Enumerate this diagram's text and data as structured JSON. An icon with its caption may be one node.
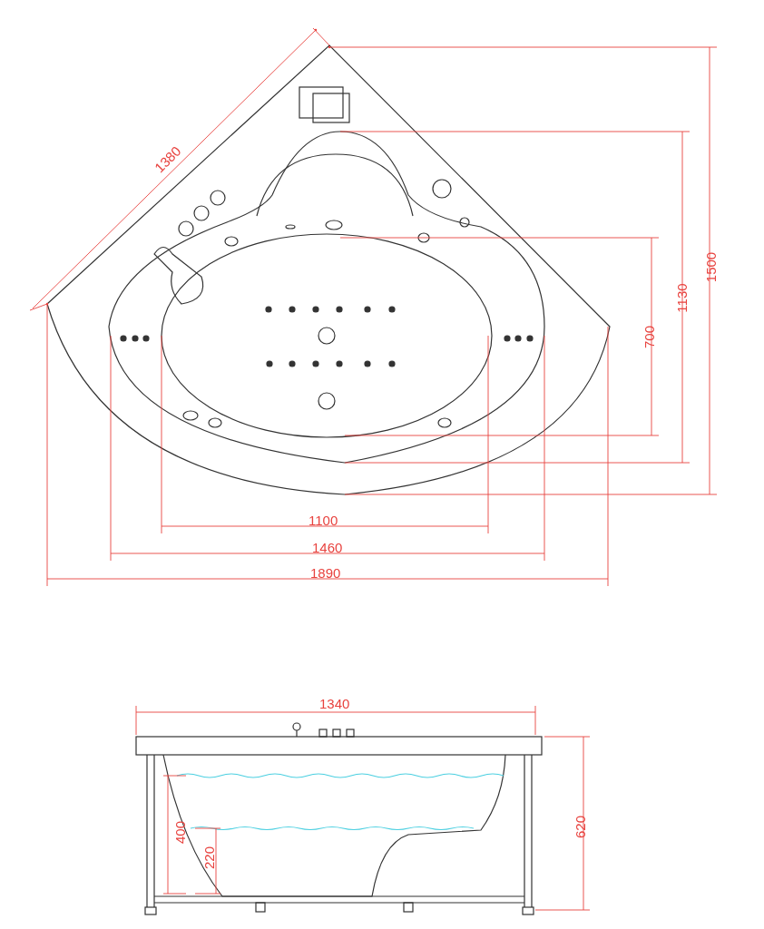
{
  "diagram": {
    "labels": [
      "1380",
      "1500",
      "1130",
      "700",
      "1100",
      "1460",
      "1890",
      "1340",
      "620",
      "400",
      "220"
    ]
  }
}
